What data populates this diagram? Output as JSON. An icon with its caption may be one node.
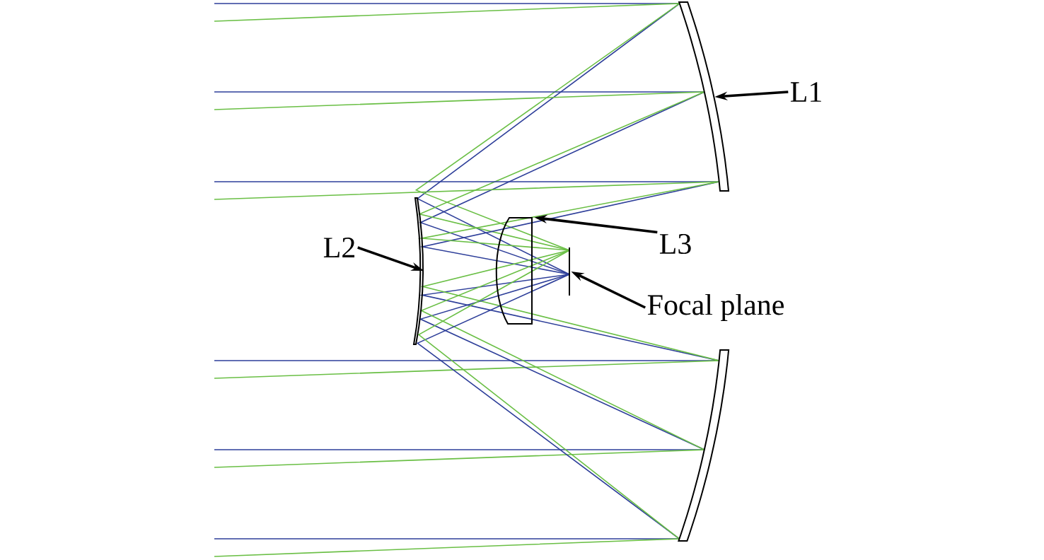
{
  "diagram": {
    "nodes": [
      {
        "text": [
          "L1"
        ]
      },
      {
        "text": [],
        "shape": "bar"
      },
      {
        "text": [
          "L2"
        ]
      },
      {
        "text": [],
        "shape": "bar"
      },
      {
        "text": [
          "L3"
        ]
      },
      {
        "text": [],
        "shape": "lens"
      },
      {
        "text": [
          "Focal plane"
        ]
      },
      {
        "text": [],
        "shape": "line"
      }
    ],
    "edges": [
      {
        "from": 0,
        "to": 1,
        "arrow": "to"
      },
      {
        "from": 2,
        "to": 3,
        "arrow": "to"
      },
      {
        "from": 4,
        "to": 5,
        "arrow": "to"
      },
      {
        "from": 6,
        "to": 7,
        "arrow": "to"
      }
    ]
  }
}
